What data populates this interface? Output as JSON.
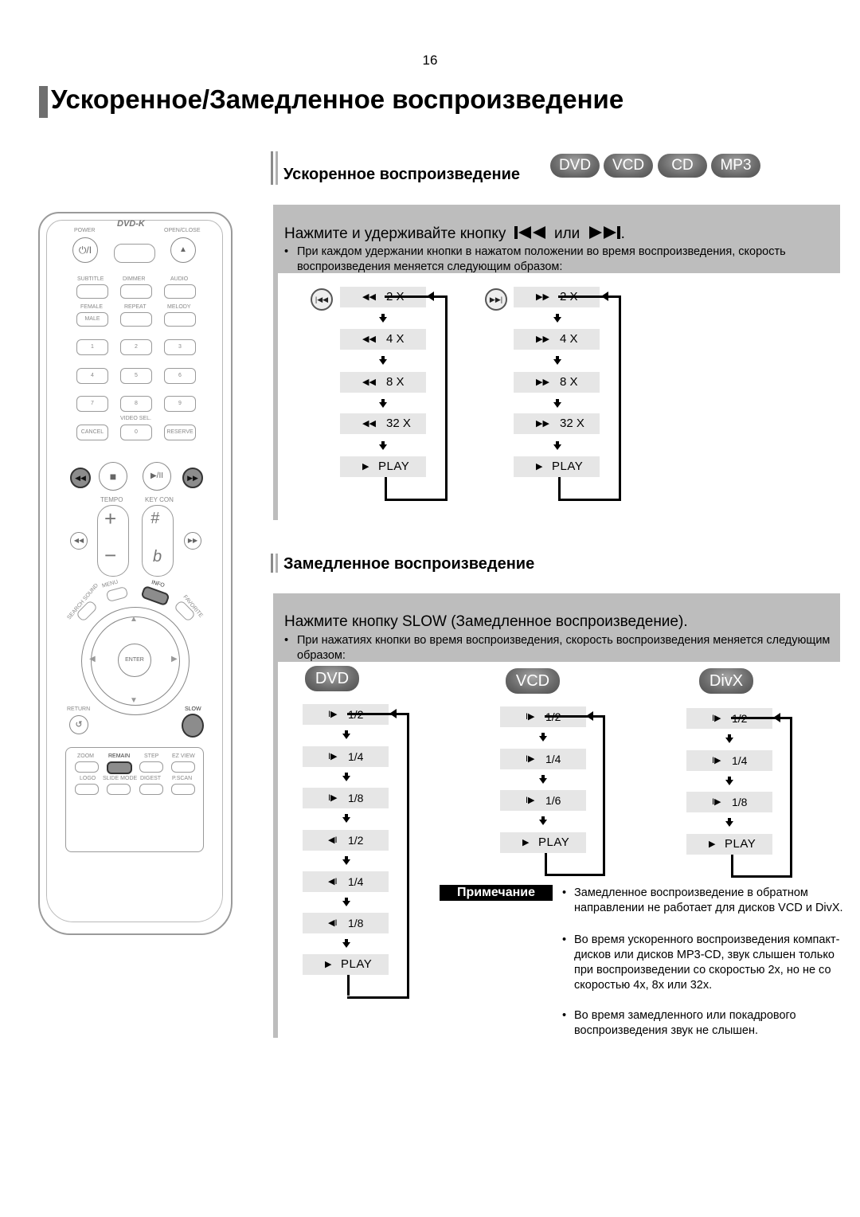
{
  "page_number": "16",
  "page_title": "Ускоренное/Замедленное воспроизведение",
  "fast": {
    "title": "Ускоренное воспроизведение",
    "badges": [
      "DVD",
      "VCD",
      "CD",
      "MP3"
    ],
    "instruction_pre": "Нажмите и удерживайте кнопку",
    "instruction_or": "или",
    "instruction_end": ".",
    "bullet": "При каждом удержании кнопки в нажатом положении во время воспроизведения, скорость воспроизведения меняется следующим образом:",
    "reverse_icon": "|◀◀",
    "forward_icon": "▶▶|",
    "reverse_steps": [
      {
        "sym": "◀◀",
        "val": "2 X"
      },
      {
        "sym": "◀◀",
        "val": "4 X"
      },
      {
        "sym": "◀◀",
        "val": "8 X"
      },
      {
        "sym": "◀◀",
        "val": "32 X"
      },
      {
        "sym": "▶",
        "val": "PLAY"
      }
    ],
    "forward_steps": [
      {
        "sym": "▶▶",
        "val": "2 X"
      },
      {
        "sym": "▶▶",
        "val": "4 X"
      },
      {
        "sym": "▶▶",
        "val": "8 X"
      },
      {
        "sym": "▶▶",
        "val": "32 X"
      },
      {
        "sym": "▶",
        "val": "PLAY"
      }
    ]
  },
  "slow": {
    "title": "Замедленное воспроизведение",
    "instruction_pre": "Нажмите кнопку ",
    "instruction_key": "SLOW",
    "instruction_post": " (Замедленное воспроизведение).",
    "bullet": "При нажатиях кнопки во время воспроизведения, скорость воспроизведения меняется следующим образом:",
    "dvd": {
      "badge": "DVD",
      "steps": [
        {
          "sym": "I▶",
          "val": "1/2"
        },
        {
          "sym": "I▶",
          "val": "1/4"
        },
        {
          "sym": "I▶",
          "val": "1/8"
        },
        {
          "sym": "◀I",
          "val": "1/2"
        },
        {
          "sym": "◀I",
          "val": "1/4"
        },
        {
          "sym": "◀I",
          "val": "1/8"
        },
        {
          "sym": "▶",
          "val": "PLAY"
        }
      ]
    },
    "vcd": {
      "badge": "VCD",
      "steps": [
        {
          "sym": "I▶",
          "val": "1/2"
        },
        {
          "sym": "I▶",
          "val": "1/4"
        },
        {
          "sym": "I▶",
          "val": "1/6"
        },
        {
          "sym": "▶",
          "val": "PLAY"
        }
      ]
    },
    "divx": {
      "badge": "DivX",
      "steps": [
        {
          "sym": "I▶",
          "val": "1/2"
        },
        {
          "sym": "I▶",
          "val": "1/4"
        },
        {
          "sym": "I▶",
          "val": "1/8"
        },
        {
          "sym": "▶",
          "val": "PLAY"
        }
      ]
    }
  },
  "note": {
    "label": "Примечание",
    "items": [
      "Замедленное воспроизведение в обратном направлении не работает для дисков VCD и DivX.",
      "Во время ускоренного воспроизведения компакт-дисков или дисков MP3-CD, звук слышен только при воспроизведении со скоростью 2х, но не со скоростью 4х, 8х или 32х.",
      "Во время замедленного или покадрового воспроизведения звук не слышен."
    ]
  },
  "remote": {
    "logo": "DVD-K",
    "power": "POWER",
    "power_icon": "⏻/I",
    "open_close": "OPEN/CLOSE",
    "row1": [
      "SUBTITLE",
      "DIMMER",
      "AUDIO"
    ],
    "row2": [
      "FEMALE",
      "REPEAT",
      "MELODY"
    ],
    "male": "MALE",
    "digits": [
      "1",
      "2",
      "3",
      "4",
      "5",
      "6",
      "7",
      "8",
      "9"
    ],
    "video_sel": "VIDEO SEL.",
    "cancel": "CANCEL",
    "zero": "0",
    "reserve": "RESERVE",
    "tempo": "TEMPO",
    "key_con": "KEY CON",
    "plus": "+",
    "minus": "−",
    "sharp": "#",
    "flat": "b",
    "menu": "MENU",
    "info": "INFO",
    "search": "SEARCH SOUND",
    "favorite": "FAVORITE",
    "enter": "ENTER",
    "return": "RETURN",
    "slow": "SLOW",
    "row3": [
      "ZOOM",
      "REMAIN",
      "STEP",
      "EZ VIEW"
    ],
    "row4": [
      "LOGO",
      "SLIDE MODE",
      "DIGEST",
      "P.SCAN"
    ]
  }
}
